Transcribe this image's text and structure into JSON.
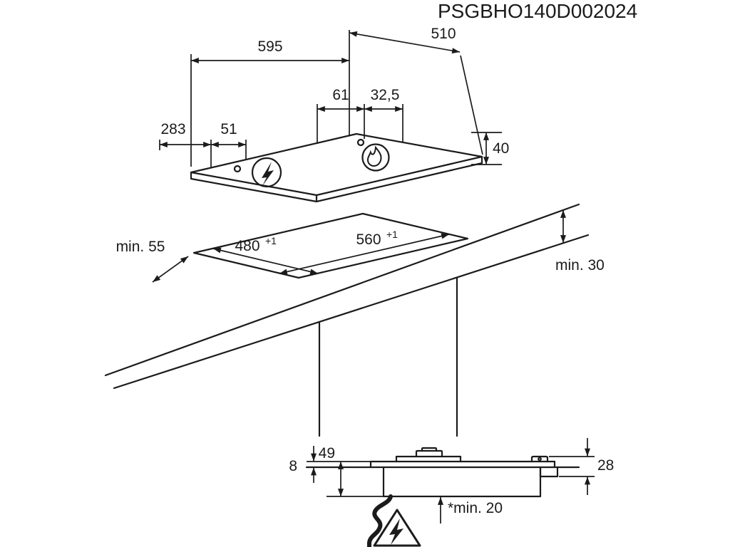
{
  "header": {
    "part_number": "PSGBHO140D002024"
  },
  "hob_view": {
    "width": "595",
    "depth": "510",
    "burner_center_offset": "61",
    "burner_edge_offset": "32,5",
    "left_control_offset": "283",
    "control_spacing": "51",
    "built_in_depth": "40"
  },
  "cutout_view": {
    "cutout_depth": "480",
    "cutout_depth_tolerance": "+1",
    "cutout_width": "560",
    "cutout_width_tolerance": "+1",
    "min_side_clearance": "min. 55",
    "min_worktop_thickness": "min. 30"
  },
  "section_view": {
    "profile_height": "8",
    "below_worktop_depth": "49",
    "connection_height": "28",
    "min_bottom_clearance": "*min. 20"
  },
  "icons": {
    "flame": "flame-icon",
    "lightning": "lightning-icon",
    "warning_triangle": "warning-lightning-triangle-icon"
  },
  "colors": {
    "line": "#1b1b1b",
    "background": "#ffffff"
  }
}
